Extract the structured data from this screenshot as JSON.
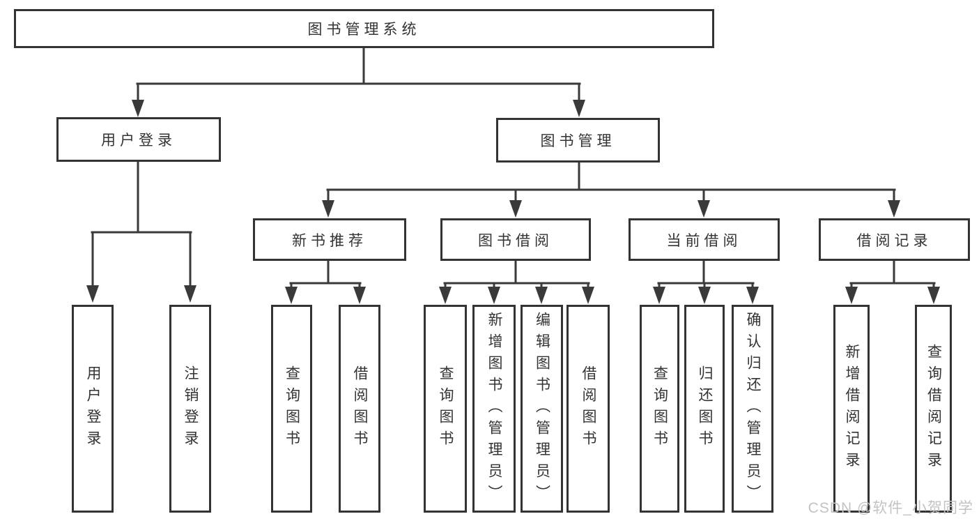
{
  "tree": {
    "label": "图书管理系统",
    "children": [
      {
        "label": "用户登录",
        "children": [
          {
            "label": "用户登录"
          },
          {
            "label": "注销登录"
          }
        ]
      },
      {
        "label": "图书管理",
        "children": [
          {
            "label": "新书推荐",
            "children": [
              {
                "label": "查询图书"
              },
              {
                "label": "借阅图书"
              }
            ]
          },
          {
            "label": "图书借阅",
            "children": [
              {
                "label": "查询图书"
              },
              {
                "label": "新增图书（管理员）"
              },
              {
                "label": "编辑图书（管理员）"
              },
              {
                "label": "借阅图书"
              }
            ]
          },
          {
            "label": "当前借阅",
            "children": [
              {
                "label": "查询图书"
              },
              {
                "label": "归还图书"
              },
              {
                "label": "确认归还（管理员）"
              }
            ]
          },
          {
            "label": "借阅记录",
            "children": [
              {
                "label": "新增借阅记录"
              },
              {
                "label": "查询借阅记录"
              }
            ]
          }
        ]
      }
    ]
  },
  "watermark": {
    "text": "CSDN @软件_小贺同学"
  },
  "colors": {
    "line": "#3a3a3a",
    "box_border": "#333333",
    "text": "#333333",
    "watermark": "#c3c3c3",
    "background": "#ffffff"
  }
}
